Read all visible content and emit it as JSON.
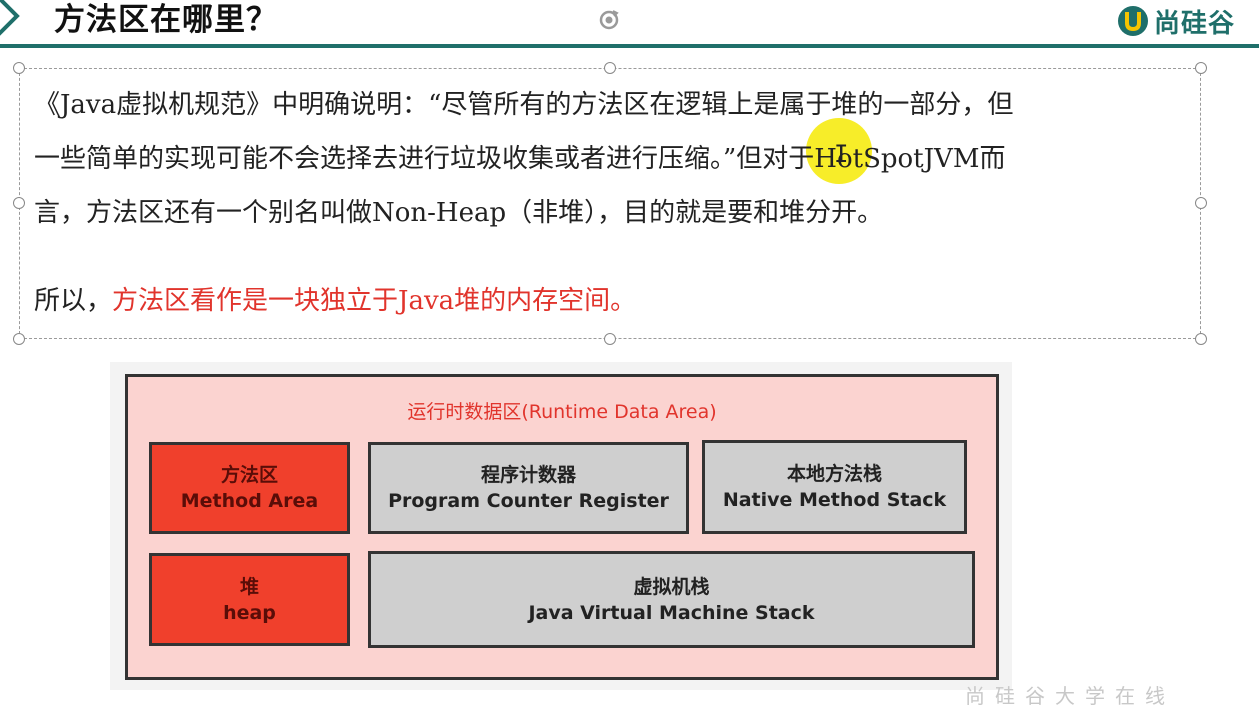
{
  "header": {
    "title": "方法区在哪里？",
    "logo_text": "尚硅谷",
    "accent_color": "#1f6f6a",
    "icons": [
      "diamond-bullet-icon",
      "rotate-handle-icon",
      "logo-mark-icon"
    ]
  },
  "text_box": {
    "line1": "《Java虚拟机规范》中明确说明：“尽管所有的方法区在逻辑上是属于堆的一部分，但",
    "line2": "一些简单的实现可能不会选择去进行垃圾收集或者进行压缩。”但对于HotSpotJVM而",
    "line3": "言，方法区还有一个别名叫做Non-Heap（非堆），目的就是要和堆分开。",
    "line4_prefix": "所以，",
    "line4_highlight": "方法区看作是一块独立于Java堆的内存空间。",
    "highlight_color": "#e1342c"
  },
  "diagram": {
    "title": "运行时数据区(Runtime Data Area)",
    "boxes": {
      "method_area": {
        "cn": "方法区",
        "en": "Method Area"
      },
      "pc_register": {
        "cn": "程序计数器",
        "en": "Program Counter Register"
      },
      "native_stack": {
        "cn": "本地方法栈",
        "en": "Native Method Stack"
      },
      "heap": {
        "cn": "堆",
        "en": "heap"
      },
      "jvm_stack": {
        "cn": "虚拟机栈",
        "en": "Java Virtual Machine Stack"
      }
    }
  },
  "watermark": "尚硅谷大学在线"
}
